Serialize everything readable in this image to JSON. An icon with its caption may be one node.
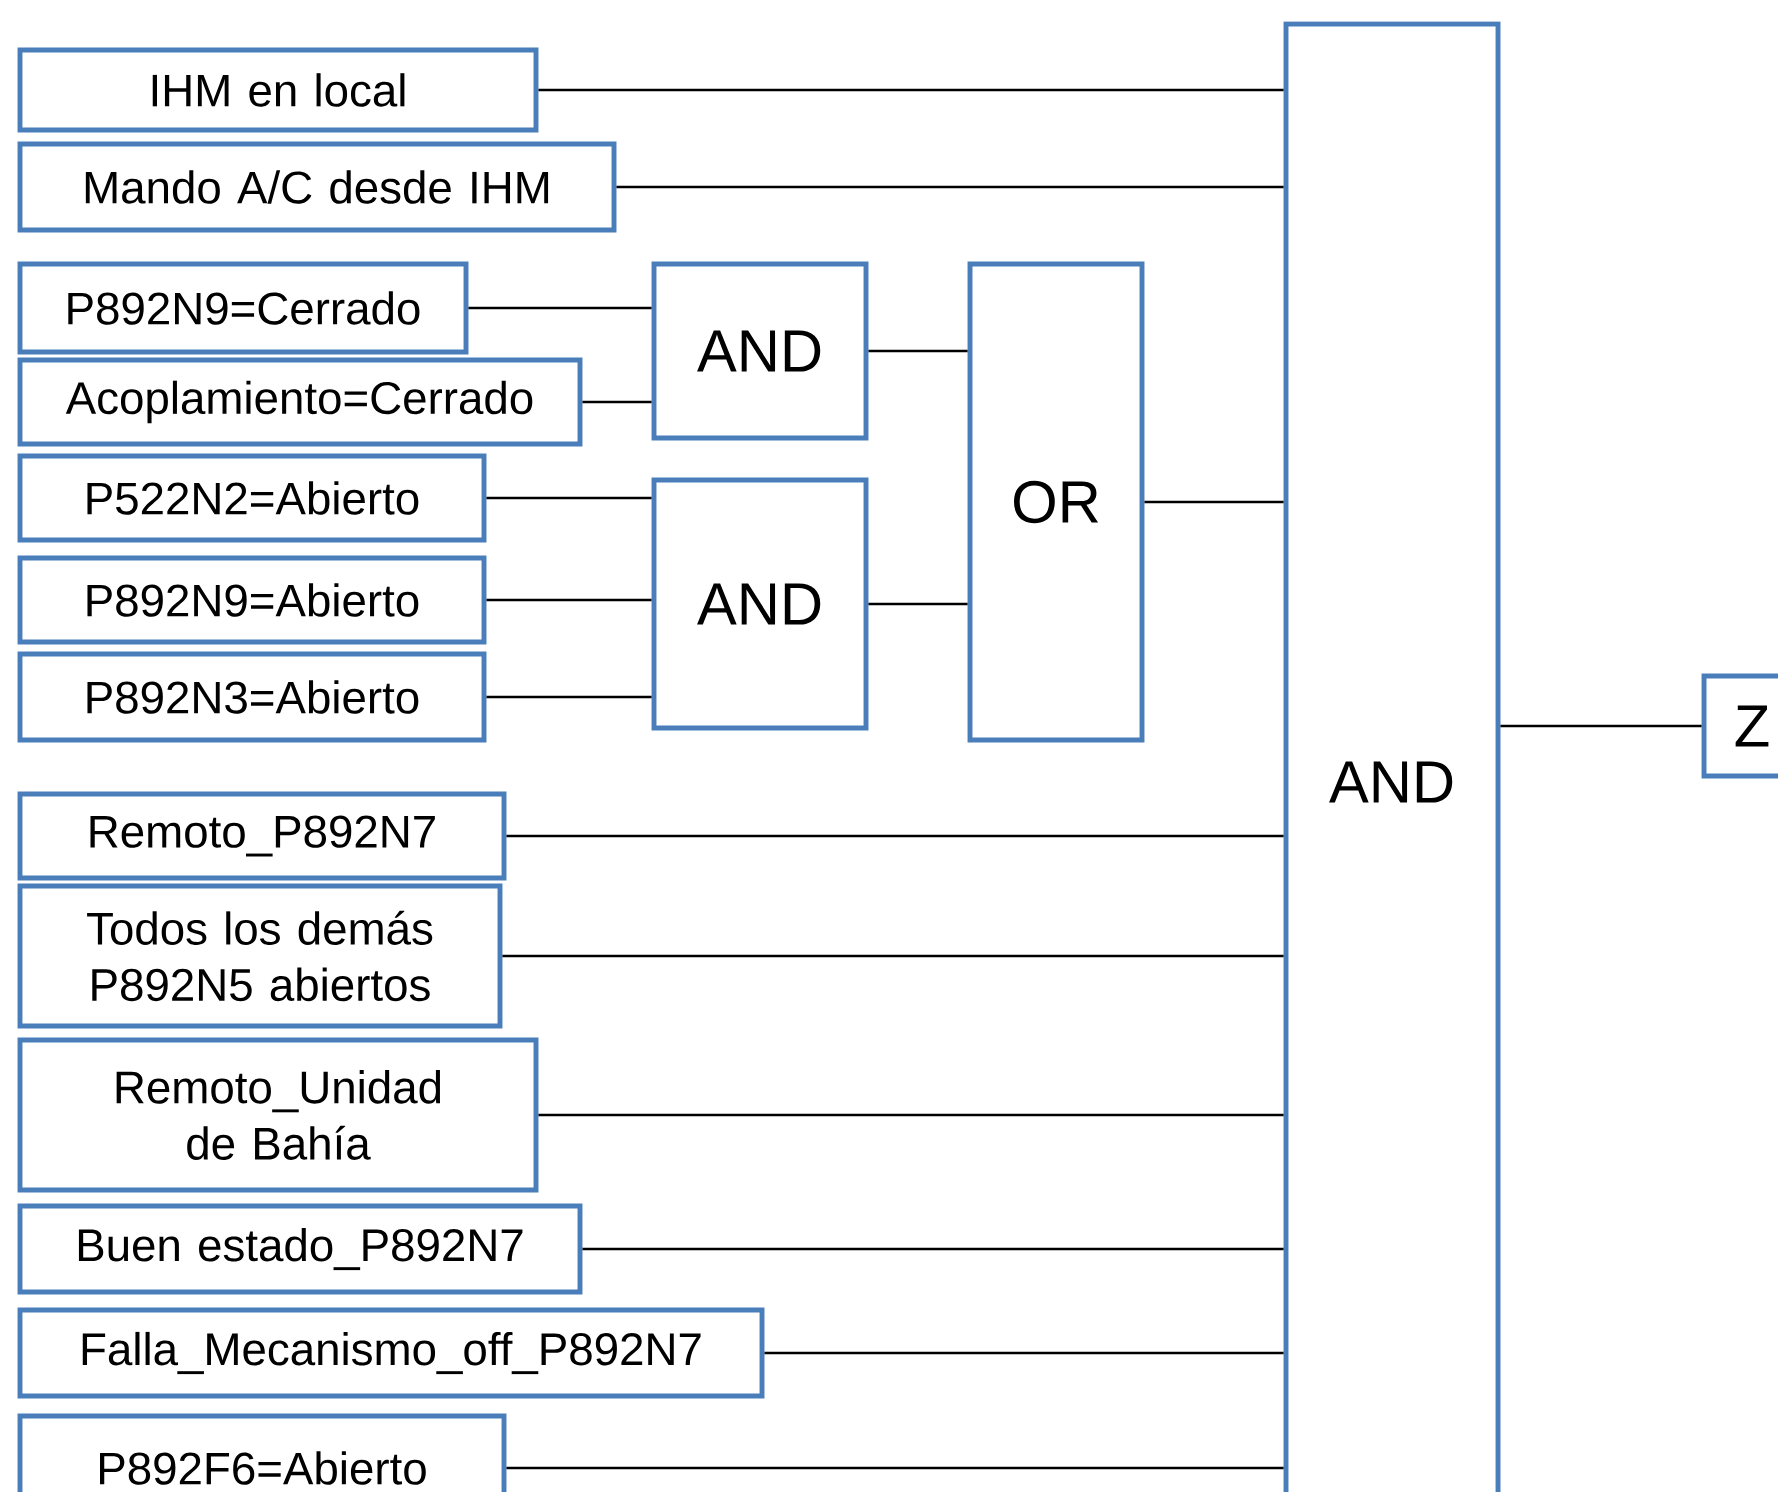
{
  "diagram": {
    "nodes": [
      {
        "text": [
          "IHM en local"
        ]
      },
      {
        "text": [
          "Mando A/C desde IHM"
        ]
      },
      {
        "text": [
          "P892N9=Cerrado"
        ]
      },
      {
        "text": [
          "Acoplamiento=Cerrado"
        ]
      },
      {
        "text": [
          "P522N2=Abierto"
        ]
      },
      {
        "text": [
          "P892N9=Abierto"
        ]
      },
      {
        "text": [
          "P892N3=Abierto"
        ]
      },
      {
        "text": [
          "Remoto_P892N7"
        ]
      },
      {
        "text": [
          "Todos los demás P892N5 abiertos"
        ]
      },
      {
        "text": [
          "Remoto_Unidad de Bahía"
        ]
      },
      {
        "text": [
          "Buen estado_P892N7"
        ]
      },
      {
        "text": [
          "Falla_Mecanismo_off_P892N7"
        ]
      },
      {
        "text": [
          "P892F6=Abierto"
        ]
      },
      {
        "text": [
          "AND"
        ]
      },
      {
        "text": [
          "AND"
        ]
      },
      {
        "text": [
          "OR"
        ]
      },
      {
        "text": [
          "AND"
        ]
      },
      {
        "text": [
          "Z"
        ]
      }
    ],
    "edges": [
      {
        "from": 0,
        "to": 16,
        "arrow": "none"
      },
      {
        "from": 1,
        "to": 16,
        "arrow": "none"
      },
      {
        "from": 2,
        "to": 13,
        "arrow": "none"
      },
      {
        "from": 3,
        "to": 13,
        "arrow": "none"
      },
      {
        "from": 4,
        "to": 14,
        "arrow": "none"
      },
      {
        "from": 5,
        "to": 14,
        "arrow": "none"
      },
      {
        "from": 6,
        "to": 14,
        "arrow": "none"
      },
      {
        "from": 13,
        "to": 15,
        "arrow": "none"
      },
      {
        "from": 14,
        "to": 15,
        "arrow": "none"
      },
      {
        "from": 15,
        "to": 16,
        "arrow": "none"
      },
      {
        "from": 7,
        "to": 16,
        "arrow": "none"
      },
      {
        "from": 8,
        "to": 16,
        "arrow": "none"
      },
      {
        "from": 9,
        "to": 16,
        "arrow": "none"
      },
      {
        "from": 10,
        "to": 16,
        "arrow": "none"
      },
      {
        "from": 11,
        "to": 16,
        "arrow": "none"
      },
      {
        "from": 12,
        "to": 16,
        "arrow": "none"
      },
      {
        "from": 16,
        "to": 17,
        "arrow": "none"
      }
    ]
  }
}
